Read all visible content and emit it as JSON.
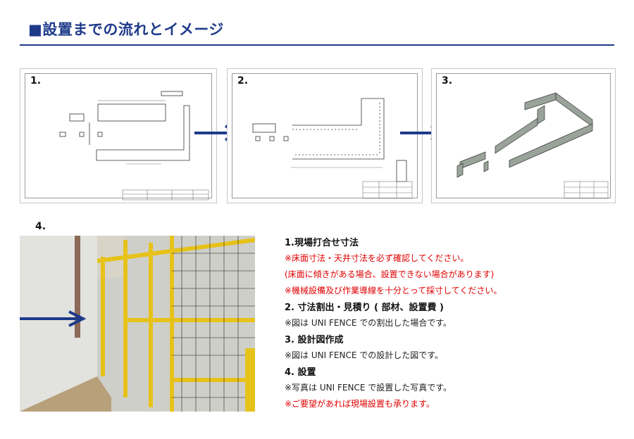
{
  "heading": "■設置までの流れとイメージ",
  "panels": [
    {
      "label": "1."
    },
    {
      "label": "2."
    },
    {
      "label": "3."
    }
  ],
  "step4_label": "4.",
  "steps": [
    {
      "title": "1.現場打合せ寸法",
      "lines": [
        {
          "text": "※床面寸法・天井寸法を必ず確認してください。",
          "color": "red"
        },
        {
          "text": "(床面に傾きがある場合、設置できない場合があります)",
          "color": "red"
        },
        {
          "text": "※機械設備及び作業導線を十分とって採寸してください。",
          "color": "red"
        }
      ]
    },
    {
      "title": "2. 寸法割出・見積り ( 部材、設置費 )",
      "lines": [
        {
          "text": "※図は UNI FENCE での割出した場合です。",
          "color": "dark"
        }
      ]
    },
    {
      "title": "3. 設計図作成",
      "lines": [
        {
          "text": "※図は UNI FENCE での設計した図です。",
          "color": "dark"
        }
      ]
    },
    {
      "title": "4. 設置",
      "lines": [
        {
          "text": "※写真は UNI FENCE で設置した写真です。",
          "color": "dark"
        },
        {
          "text": "※ご要望があれば現場設置も承ります。",
          "color": "red"
        }
      ]
    }
  ],
  "colors": {
    "accent": "#1e3a8a",
    "red": "#e00000",
    "fence_yellow": "#e6c21a"
  },
  "icons": [
    "right-arrow-icon"
  ]
}
